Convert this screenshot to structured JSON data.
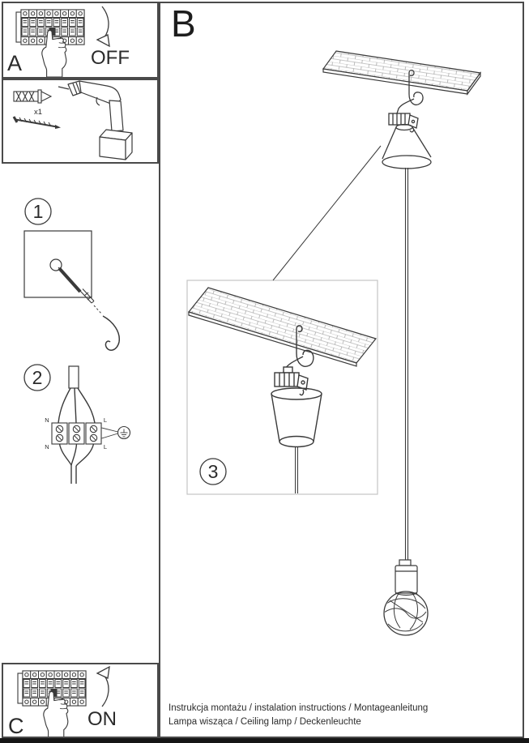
{
  "box_a": {
    "label": "A",
    "state": "OFF"
  },
  "box_b": {
    "label": "B"
  },
  "box_c": {
    "label": "C",
    "state": "ON"
  },
  "tools": {
    "anchor_qty": "x1"
  },
  "steps": {
    "s1": "1",
    "s2": "2",
    "s3": "3"
  },
  "wiring": {
    "n_top": "N",
    "l_top": "L",
    "n_bottom": "N",
    "l_bottom": "L"
  },
  "footer": {
    "line1": "Instrukcja montażu / instalation instructions / Montageanleitung",
    "line2": "Lampa wisząca / Ceiling lamp  / Deckenleuchte"
  },
  "colors": {
    "line": "#3a3a3a",
    "box_border": "#4a4a4a",
    "inset_border": "#c5c5c5",
    "bottom_bar": "#161616"
  }
}
